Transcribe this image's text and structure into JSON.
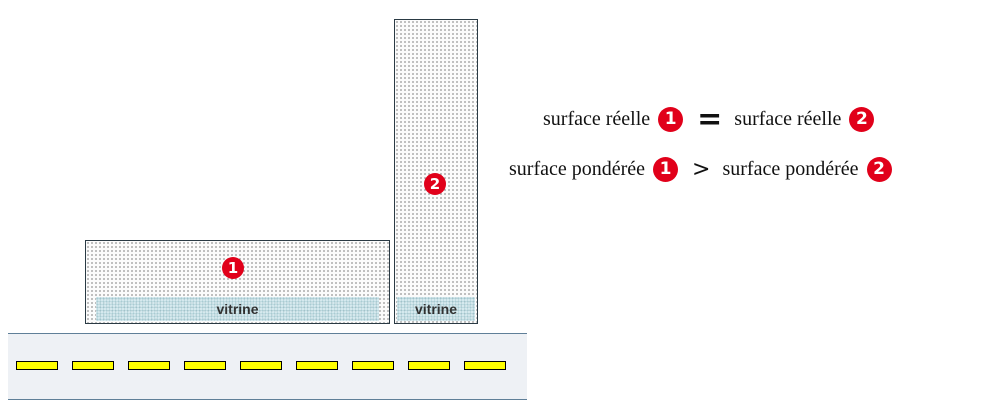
{
  "shop1": {
    "badge": "1",
    "vitrine_label": "vitrine"
  },
  "shop2": {
    "badge": "2",
    "vitrine_label": "vitrine"
  },
  "road": {
    "dash_count": 9
  },
  "comparison": {
    "line1": {
      "left": "surface réelle",
      "left_badge": "1",
      "operator": "=",
      "right": "surface réelle",
      "right_badge": "2"
    },
    "line2": {
      "left": "surface pondérée",
      "left_badge": "1",
      "operator": ">",
      "right": "surface pondérée",
      "right_badge": "2"
    }
  },
  "colors": {
    "badge": "#e1001a",
    "vitrine": "#cfe6ec",
    "road": "#eef1f5",
    "road_marking": "#ffff00",
    "outline": "#2a3a44"
  }
}
